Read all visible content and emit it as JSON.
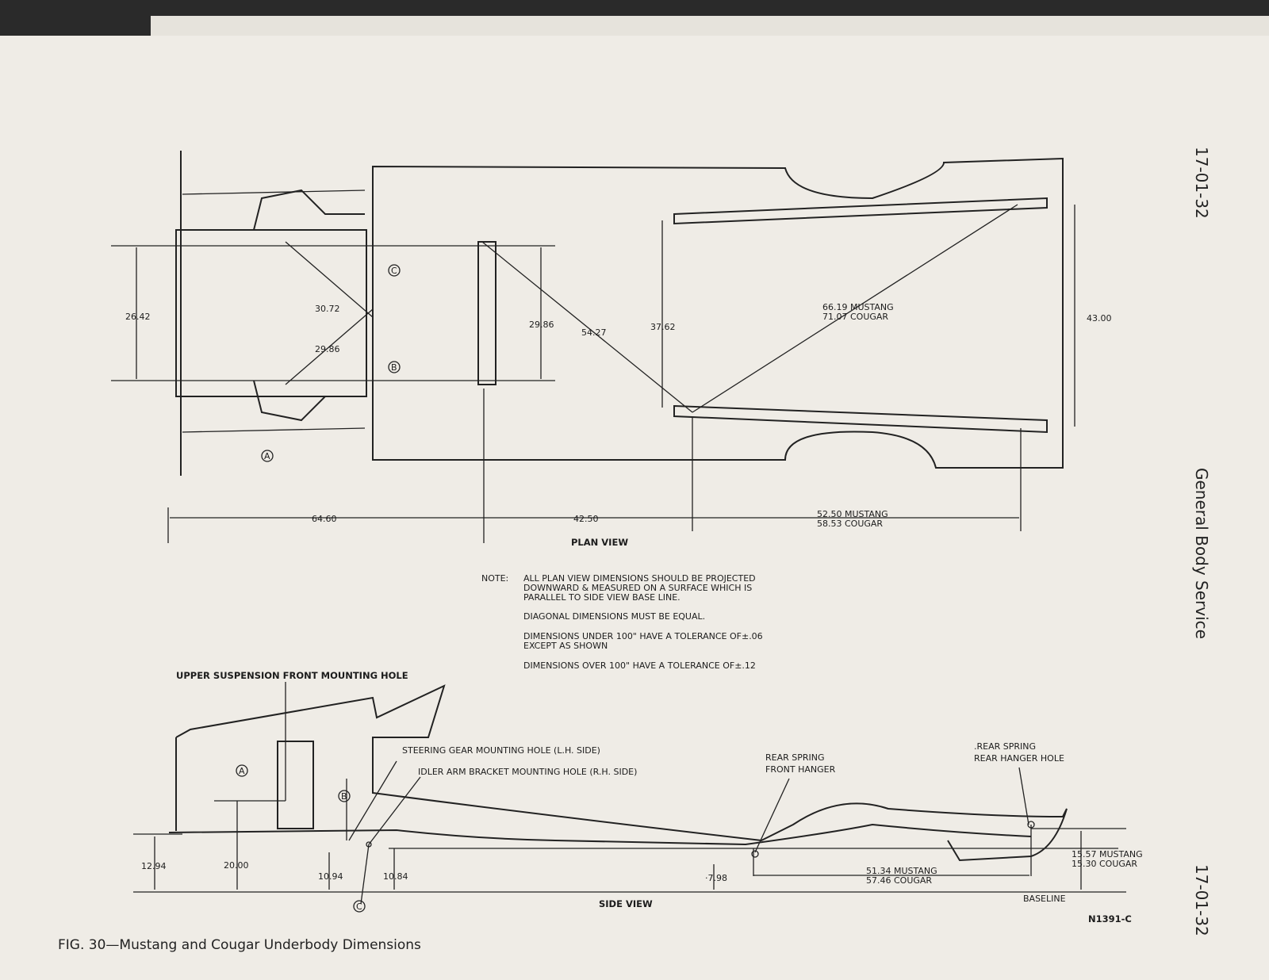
{
  "header": {
    "page_number": "17-01-32",
    "section": "General Body Service",
    "page_number_bottom": "17-01-32"
  },
  "plan_view": {
    "title": "PLAN VIEW",
    "dims": {
      "d1": "26.42",
      "d2": "30.72",
      "d3": "29.86",
      "d4": "29.86",
      "d5": "54.27",
      "d6": "37.62",
      "d7": "43.00",
      "d8_mustang": "66.19 MUSTANG",
      "d8_cougar": "71.07 COUGAR",
      "h1": "64.60",
      "h2": "42.50",
      "h3_mustang": "52.50 MUSTANG",
      "h3_cougar": "58.53 COUGAR"
    },
    "points": {
      "a": "A",
      "b": "B",
      "c": "C"
    }
  },
  "note": {
    "label": "NOTE:",
    "lines": [
      "ALL PLAN VIEW DIMENSIONS SHOULD BE PROJECTED",
      "DOWNWARD & MEASURED ON A SURFACE WHICH IS",
      "PARALLEL TO SIDE VIEW BASE LINE."
    ],
    "diag": "DIAGONAL DIMENSIONS MUST BE EQUAL.",
    "tol1": "DIMENSIONS UNDER 100\" HAVE A TOLERANCE OF±.06",
    "tol1b": "EXCEPT AS SHOWN",
    "tol2": "DIMENSIONS OVER 100\" HAVE A TOLERANCE OF±.12"
  },
  "side_view": {
    "title": "SIDE VIEW",
    "labels": {
      "upper": "UPPER SUSPENSION FRONT MOUNTING HOLE",
      "steering": "STEERING GEAR MOUNTING HOLE (L.H. SIDE)",
      "idler": "IDLER ARM BRACKET MOUNTING HOLE (R.H. SIDE)",
      "rsfh1": "REAR SPRING",
      "rsfh2": "FRONT HANGER",
      "rsrh1": ".REAR SPRING",
      "rsrh2": "REAR HANGER HOLE",
      "baseline": "BASELINE"
    },
    "dims": {
      "s1": "12.94",
      "s2": "20.00",
      "s3": "10.94",
      "s4": "10.84",
      "s5": "·7.98",
      "s6_mustang": "51.34 MUSTANG",
      "s6_cougar": "57.46 COUGAR",
      "s7_mustang": "15.57 MUSTANG",
      "s7_cougar": "15.30 COUGAR"
    },
    "points": {
      "a": "A",
      "b": "B",
      "c": "C"
    }
  },
  "figure": {
    "code": "N1391-C",
    "caption": "FIG. 30—Mustang and Cougar Underbody Dimensions"
  }
}
